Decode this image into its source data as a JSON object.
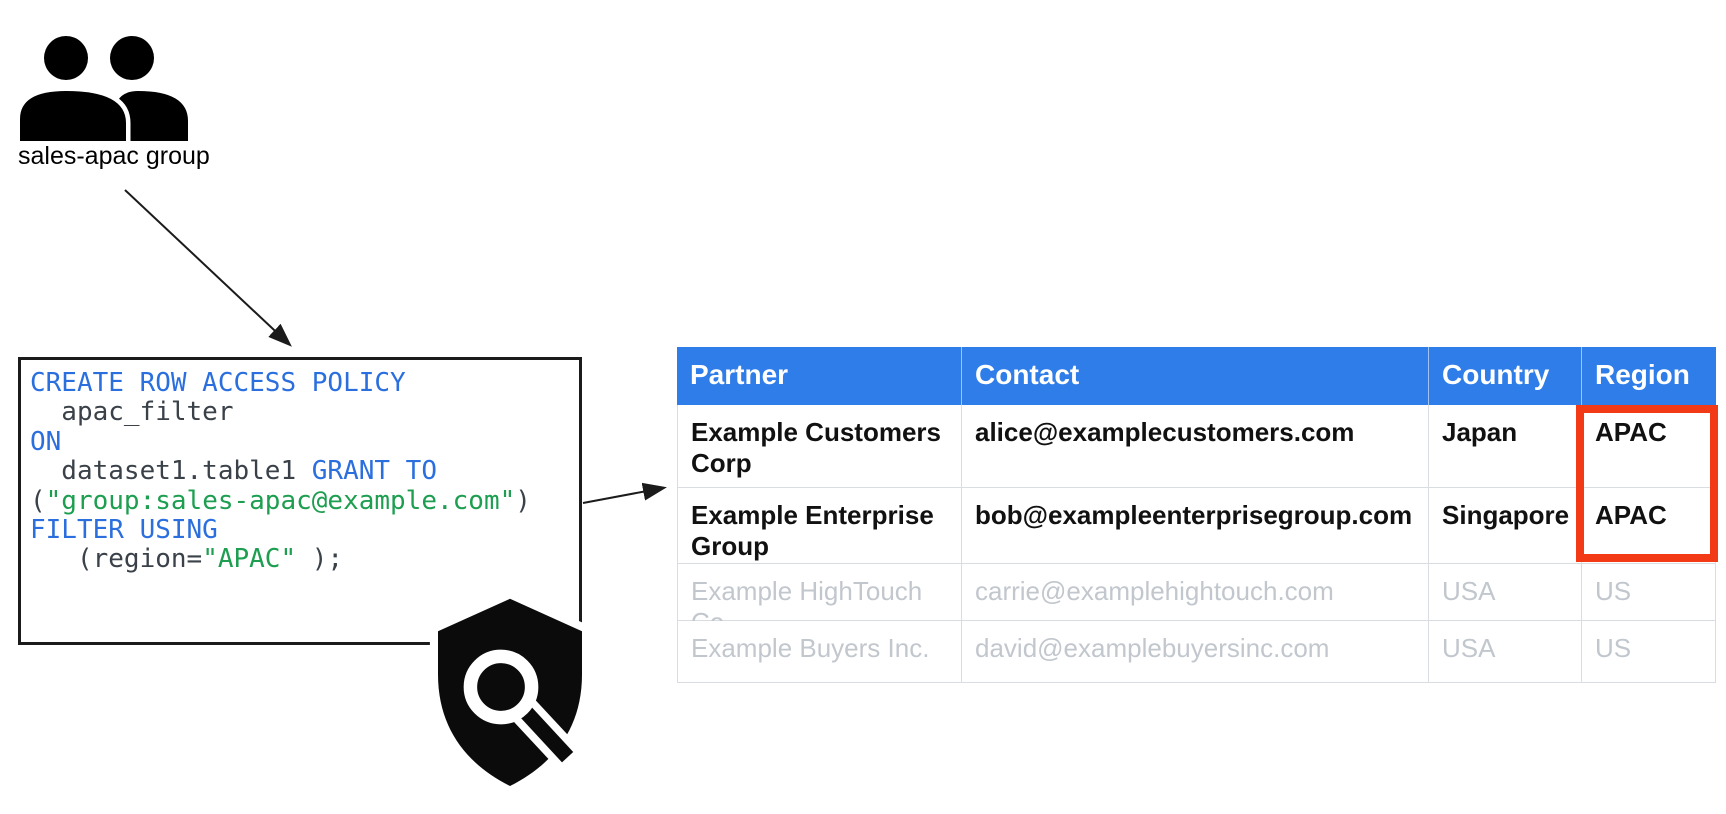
{
  "group_label": "sales-apac group",
  "icons": {
    "group_icon": "two-people-group",
    "shield_icon": "shield-with-magnifying-glass"
  },
  "colors": {
    "keyword_blue": "#2B6FDE",
    "string_green": "#1D9E50",
    "code_plain": "#3A4149",
    "table_header_blue": "#2E7DE9",
    "highlight_red": "#F23B16",
    "dimmed_row_gray": "#C2C7CE"
  },
  "code": {
    "lines": [
      [
        {
          "c": "kw",
          "t": "CREATE ROW ACCESS POLICY"
        }
      ],
      [
        {
          "c": "pl",
          "t": "  apac_filter"
        }
      ],
      [
        {
          "c": "kw",
          "t": "ON"
        }
      ],
      [
        {
          "c": "pl",
          "t": "  dataset1.table1 "
        },
        {
          "c": "kw",
          "t": "GRANT TO"
        }
      ],
      [
        {
          "c": "pl",
          "t": "("
        },
        {
          "c": "str",
          "t": "\"group:sales-apac@example.com\""
        },
        {
          "c": "pl",
          "t": ")"
        }
      ],
      [
        {
          "c": "kw",
          "t": "FILTER USING"
        }
      ],
      [
        {
          "c": "pl",
          "t": "   (region="
        },
        {
          "c": "str",
          "t": "\"APAC\""
        },
        {
          "c": "pl",
          "t": " );"
        }
      ]
    ]
  },
  "table": {
    "headers": [
      "Partner",
      "Contact",
      "Country",
      "Region"
    ],
    "rows": [
      {
        "partner": "Example Customers Corp",
        "contact": "alice@examplecustomers.com",
        "country": "Japan",
        "region": "APAC",
        "dimmed": false
      },
      {
        "partner": "Example Enterprise Group",
        "contact": "bob@exampleenterprisegroup.com",
        "country": "Singapore",
        "region": "APAC",
        "dimmed": false
      },
      {
        "partner": "Example HighTouch Co.",
        "contact": "carrie@examplehightouch.com",
        "country": "USA",
        "region": "US",
        "dimmed": true
      },
      {
        "partner": "Example Buyers Inc.",
        "contact": "david@examplebuyersinc.com",
        "country": "USA",
        "region": "US",
        "dimmed": true
      }
    ]
  }
}
